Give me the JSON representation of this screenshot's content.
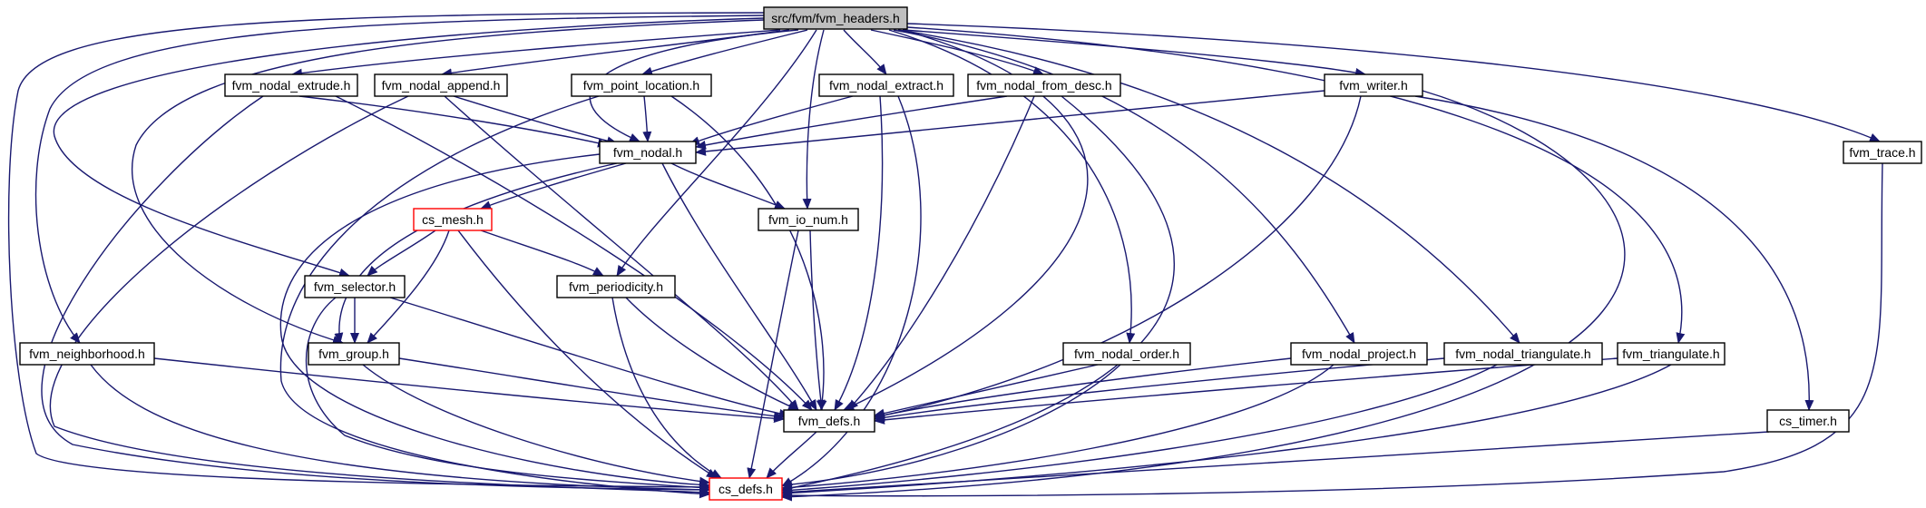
{
  "graph": {
    "nodes": {
      "root": "src/fvm/fvm_headers.h",
      "nodal_extrude": "fvm_nodal_extrude.h",
      "nodal_append": "fvm_nodal_append.h",
      "point_location": "fvm_point_location.h",
      "nodal_extract": "fvm_nodal_extract.h",
      "nodal_from_desc": "fvm_nodal_from_desc.h",
      "writer": "fvm_writer.h",
      "trace": "fvm_trace.h",
      "nodal": "fvm_nodal.h",
      "cs_mesh": "cs_mesh.h",
      "io_num": "fvm_io_num.h",
      "selector": "fvm_selector.h",
      "periodicity": "fvm_periodicity.h",
      "neighborhood": "fvm_neighborhood.h",
      "group": "fvm_group.h",
      "nodal_order": "fvm_nodal_order.h",
      "nodal_project": "fvm_nodal_project.h",
      "nodal_triangulate": "fvm_nodal_triangulate.h",
      "triangulate": "fvm_triangulate.h",
      "defs": "fvm_defs.h",
      "cs_timer": "cs_timer.h",
      "cs_defs": "cs_defs.h"
    },
    "edge_color": "#191970",
    "highlight_border": "#ff0000",
    "root_fill": "#bfbfbf"
  }
}
